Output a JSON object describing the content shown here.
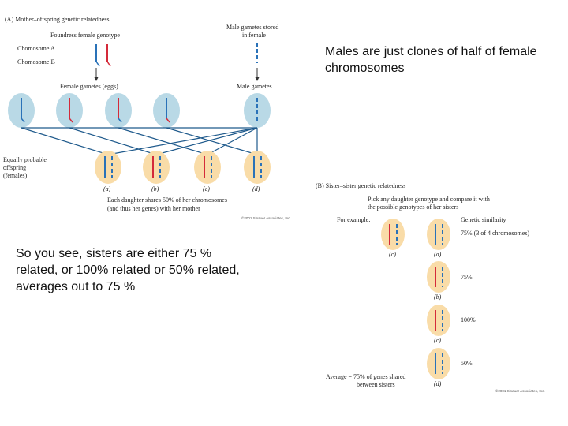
{
  "panelA": {
    "title": "(A) Mother–offspring genetic relatedness",
    "foundress_label": "Foundress female genotype",
    "chromA_label": "Chomosome A",
    "chromB_label": "Chomosome B",
    "male_stored_label_1": "Male gametes stored",
    "male_stored_label_2": "in female",
    "female_gametes_label": "Female gametes (eggs)",
    "male_gametes_label": "Male gametes",
    "offspring_label_1": "Equally probable",
    "offspring_label_2": "offspring",
    "offspring_label_3": "(females)",
    "offspring_letters": [
      "(a)",
      "(b)",
      "(c)",
      "(d)"
    ],
    "caption_1": "Each daughter shares 50% of her chromosomes",
    "caption_2": "(and thus her genes) with her mother",
    "copyright": "©2001 Sinauer Associates, Inc."
  },
  "panelB": {
    "title": "(B) Sister–sister genetic relatedness",
    "instruction_1": "Pick any daughter genotype and compare it with",
    "instruction_2": "the possible genotypes of her sisters",
    "for_example": "For example:",
    "similarity_header": "Genetic similarity",
    "picked_letter": "(c)",
    "rows": [
      {
        "letter": "(a)",
        "similarity": "75% (3 of 4 chromosomes)"
      },
      {
        "letter": "(b)",
        "similarity": "75%"
      },
      {
        "letter": "(c)",
        "similarity": "100%"
      },
      {
        "letter": "(d)",
        "similarity": "50%"
      }
    ],
    "average_1": "Average = 75% of genes shared",
    "average_2": "between sisters",
    "copyright": "©2001 Sinauer Associates, Inc."
  },
  "notes": {
    "males": "Males are just clones of half of female chromosomes",
    "sisters": "So you see, sisters are either 75 % related, or 100% related or 50% related, averages out to 75 %"
  },
  "colors": {
    "chromA": "#d42a3a",
    "chromB": "#2a72b8",
    "gamete_fill": "#b9d9e6",
    "offspring_fill": "#f9dca8",
    "line": "#1f5a8c"
  }
}
